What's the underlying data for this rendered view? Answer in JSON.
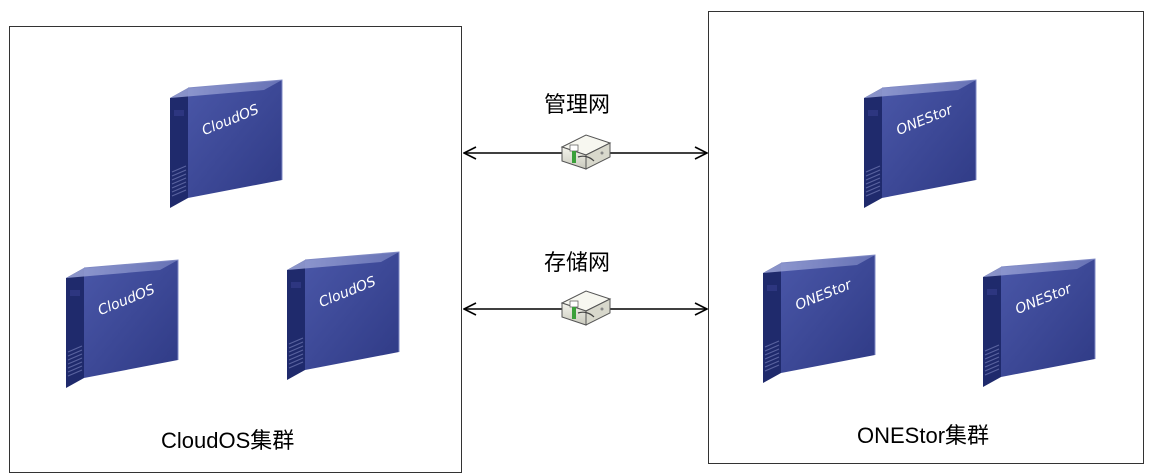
{
  "clusters": {
    "left": {
      "label": "CloudOS集群",
      "server_text": "CloudOS",
      "servers": 3
    },
    "right": {
      "label": "ONEStor集群",
      "server_text": "ONEStor",
      "servers": 3
    }
  },
  "networks": [
    {
      "label": "管理网",
      "icon": "switch-icon"
    },
    {
      "label": "存储网",
      "icon": "switch-icon"
    }
  ],
  "colors": {
    "server_front": "#3c4896",
    "server_side": "#1f2a6c",
    "server_top": "#8a94cc",
    "border": "#333333"
  }
}
